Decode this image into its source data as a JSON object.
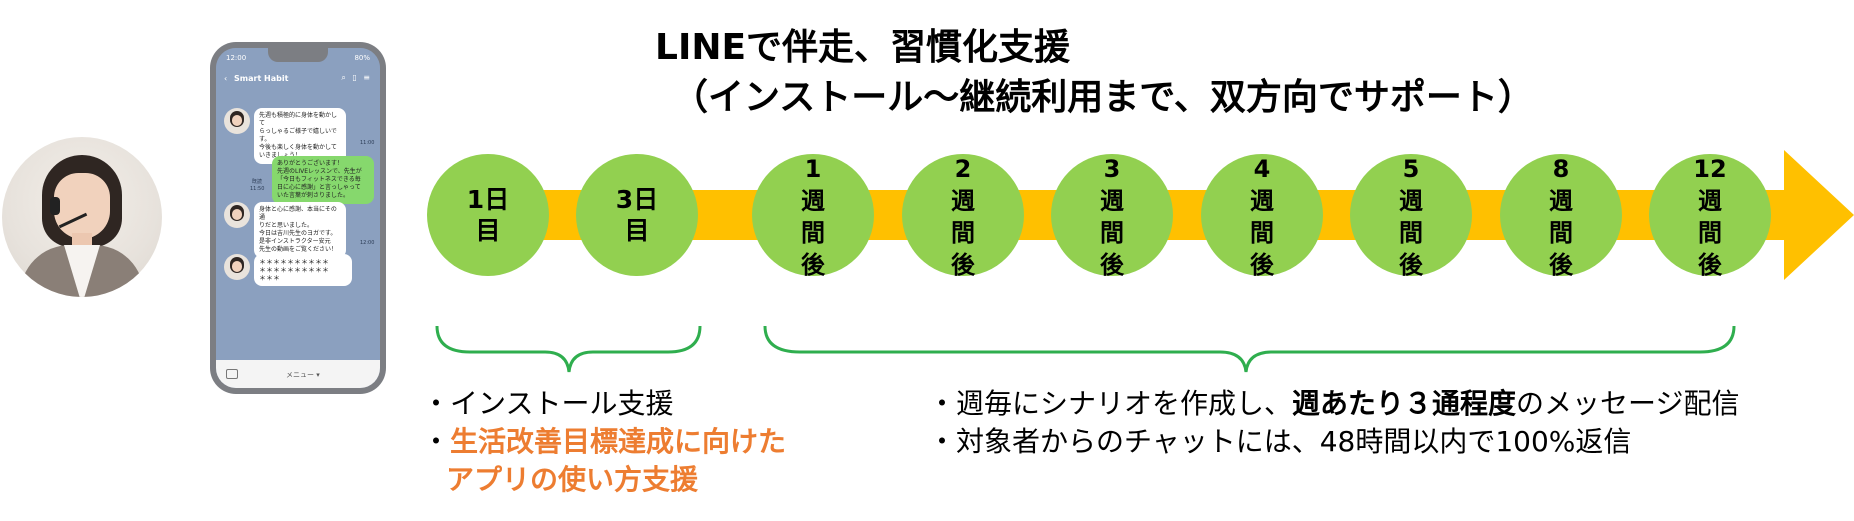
{
  "title": {
    "line1": "LINEで伴走、習慣化支援",
    "line2": "（インストール～継続利用まで、双方向でサポート）"
  },
  "colors": {
    "timeline_arrow": "#ffc000",
    "milestone_circle": "#92d050",
    "brace": "#2fae4e",
    "highlight": "#ed7d31",
    "chat_background": "#8ba0bf",
    "user_bubble": "#86d86d"
  },
  "operator": {
    "icon": "operator-with-headset-photo"
  },
  "phone": {
    "status_time": "12:00",
    "battery": "80%",
    "app_name": "Smart Habit",
    "header_icons": "⌕ ▯ ≡",
    "messages": [
      {
        "from": "coach",
        "text": "先週も積極的に身体を動かして\nらっしゃるご様子で嬉しいです。\n今後も楽しく身体を動かして\nいきましょう！",
        "time": "11:00"
      },
      {
        "from": "user",
        "text": "ありがとうございます！\n先週のLIVEレッスンで、先生が\n「今日もフィットネスできる毎\n日に心に感謝」と言っしゃって\nいた言葉が刺さりました。",
        "status": "既読",
        "time": "11:50"
      },
      {
        "from": "coach",
        "text": "身体と心に感謝、本当にその通\nりだと思いました。\n今日は吉川先生のヨガです。\n是非インストラクター安元\n先生の動画をご覧ください！",
        "time": "12:00"
      },
      {
        "from": "coach",
        "text": "＊＊＊＊＊＊＊＊＊＊\n＊＊＊＊＊＊＊＊＊＊\n＊＊＊"
      }
    ],
    "footer_menu": "メニュー ▾"
  },
  "timeline": [
    {
      "label": "1日\n目"
    },
    {
      "label": "3日\n目"
    },
    {
      "label": "1\n週\n間\n後"
    },
    {
      "label": "2\n週\n間\n後"
    },
    {
      "label": "3\n週\n間\n後"
    },
    {
      "label": "4\n週\n間\n後"
    },
    {
      "label": "5\n週\n間\n後"
    },
    {
      "label": "8\n週\n間\n後"
    },
    {
      "label": "12\n週\n間\n後"
    }
  ],
  "notes_left": {
    "item1": "・インストール支援",
    "item2_bullet": "・",
    "item2_line1": "生活改善目標達成に向けた",
    "item2_line2": "アプリの使い方支援"
  },
  "notes_right": {
    "item1_prefix": "・週毎にシナリオを作成し、",
    "item1_bold": "週あたり３通程度",
    "item1_suffix": "のメッセージ配信",
    "item2": "・対象者からのチャットには、48時間以内で100%返信"
  }
}
